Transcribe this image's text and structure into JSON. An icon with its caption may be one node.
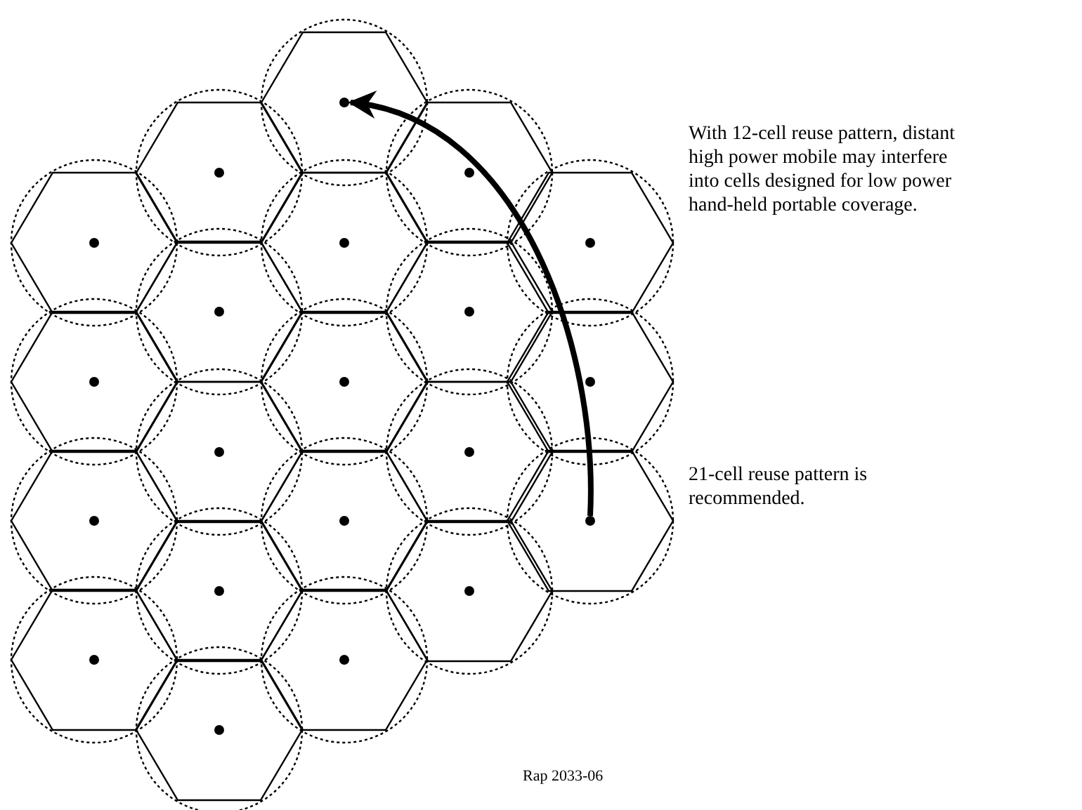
{
  "diagram": {
    "nodes": [
      {
        "text": [],
        "shape": "circle"
      },
      {
        "text": [],
        "shape": "circle"
      },
      {
        "text": [],
        "shape": "circle"
      },
      {
        "text": [],
        "shape": "circle"
      },
      {
        "text": [],
        "shape": "circle"
      },
      {
        "text": [],
        "shape": "circle"
      },
      {
        "text": [],
        "shape": "circle"
      },
      {
        "text": [],
        "shape": "circle"
      },
      {
        "text": [],
        "shape": "circle"
      },
      {
        "text": [],
        "shape": "circle"
      },
      {
        "text": [],
        "shape": "circle"
      },
      {
        "text": [],
        "shape": "circle"
      },
      {
        "text": [],
        "shape": "circle"
      },
      {
        "text": [],
        "shape": "circle"
      },
      {
        "text": [],
        "shape": "circle"
      },
      {
        "text": [],
        "shape": "circle"
      },
      {
        "text": [],
        "shape": "circle"
      },
      {
        "text": [],
        "shape": "circle"
      },
      {
        "text": [],
        "shape": "circle"
      },
      {
        "text": [],
        "shape": "circle"
      },
      {
        "text": [],
        "shape": "circle"
      }
    ],
    "edges": [
      {
        "from": 15,
        "to": 0,
        "arrow": "to"
      }
    ],
    "labels": [
      "With 12-cell reuse pattern, distant high power mobile may interfere into cells designed for low power hand-held portable coverage.",
      "21-cell reuse pattern is recommended.",
      "Rap 2033-06"
    ]
  }
}
